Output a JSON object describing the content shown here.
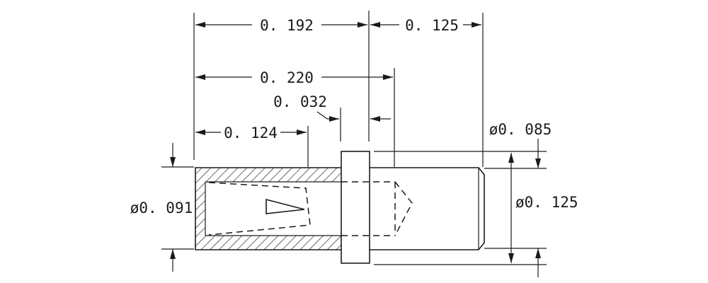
{
  "dimensions": {
    "overall_length": "0. 192",
    "tail_length": "0. 125",
    "pin_length": "0. 220",
    "collar_offset": "0. 032",
    "bore_depth": "0. 124",
    "tail_diameter": "ø0. 085",
    "body_diameter": "ø0. 091",
    "collar_diameter": "ø0. 125"
  }
}
